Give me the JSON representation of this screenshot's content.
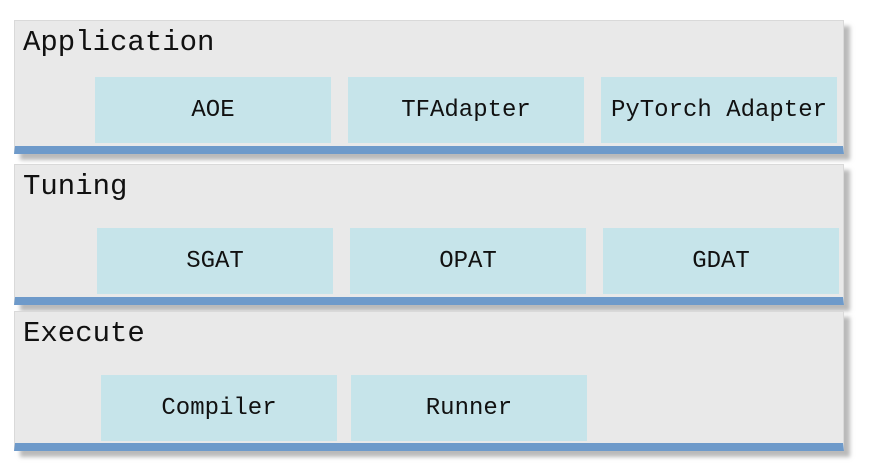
{
  "diagram_title": "",
  "colors": {
    "page_bg": "#ffffff",
    "band_bg": "#e9e9e9",
    "band_edge": "#d9d9d9",
    "accent_border": "#6e9aca",
    "box_bg": "#c6e4ea",
    "text": "#111111"
  },
  "layers": [
    {
      "title": "Application",
      "boxes": [
        "AOE",
        "TFAdapter",
        "PyTorch Adapter"
      ]
    },
    {
      "title": "Tuning",
      "boxes": [
        "SGAT",
        "OPAT",
        "GDAT"
      ]
    },
    {
      "title": "Execute",
      "boxes": [
        "Compiler",
        "Runner"
      ]
    }
  ]
}
